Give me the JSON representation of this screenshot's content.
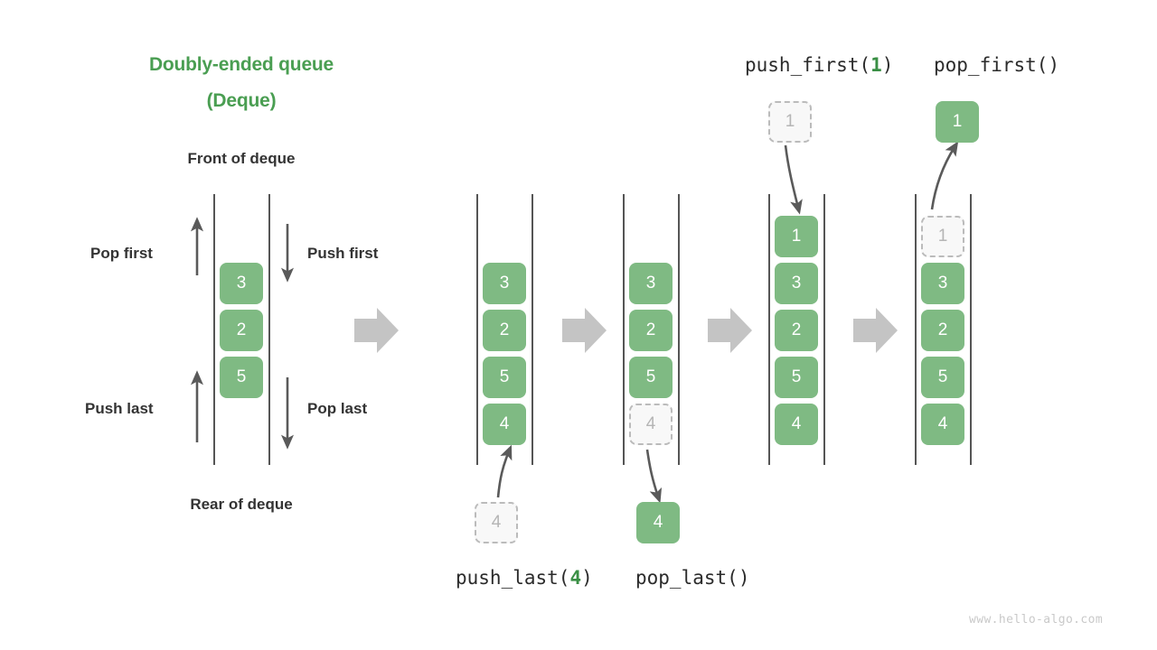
{
  "title": {
    "line1": "Doubly-ended queue",
    "line2": "(Deque)"
  },
  "labels": {
    "front": "Front of deque",
    "rear": "Rear of deque",
    "pop_first": "Pop first",
    "push_first": "Push first",
    "push_last": "Push last",
    "pop_last": "Pop last"
  },
  "operations": {
    "push_last": {
      "name": "push_last",
      "open": "(",
      "arg": "4",
      "close": ")"
    },
    "pop_last": {
      "name": "pop_last",
      "open": "(",
      "arg": "",
      "close": ")"
    },
    "push_first": {
      "name": "push_first",
      "open": "(",
      "arg": "1",
      "close": ")"
    },
    "pop_first": {
      "name": "pop_first",
      "open": "(",
      "arg": "",
      "close": ")"
    }
  },
  "colors": {
    "accent_green": "#4a9e52",
    "box_green": "#7fba83",
    "ghost_fill": "#f8f8f8",
    "ghost_border": "#bbbbbb",
    "ghost_text": "#b5b5b5",
    "rail": "#555555",
    "block_arrow": "#c4c4c4",
    "thin_arrow": "#5a5a5a",
    "text_dark": "#333333"
  },
  "columns": [
    {
      "id": "overview",
      "items": [
        "3",
        "2",
        "5"
      ],
      "ghost_top": null,
      "ghost_bottom": null,
      "detached_top": null,
      "detached_bottom": null
    },
    {
      "id": "state-initial",
      "items": [
        "3",
        "2",
        "5",
        "4"
      ],
      "ghost_top": null,
      "ghost_bottom": null,
      "detached_top": null,
      "detached_bottom": "4"
    },
    {
      "id": "state-after-push-last",
      "items": [
        "3",
        "2",
        "5"
      ],
      "ghost_top": null,
      "ghost_bottom": "4",
      "detached_top": null,
      "detached_bottom": "4"
    },
    {
      "id": "state-after-pop-last",
      "items": [
        "1",
        "3",
        "2",
        "5",
        "4"
      ],
      "ghost_top": null,
      "ghost_bottom": null,
      "detached_top": "1",
      "detached_bottom": null
    },
    {
      "id": "state-after-push-first",
      "items": [
        "3",
        "2",
        "5",
        "4"
      ],
      "ghost_top": "1",
      "ghost_bottom": null,
      "detached_top": "1",
      "detached_bottom": null
    }
  ],
  "watermark": "www.hello-algo.com"
}
